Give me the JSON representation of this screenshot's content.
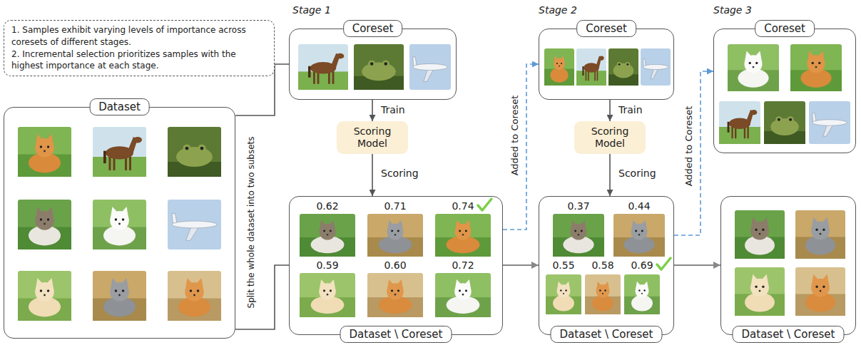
{
  "diagram": {
    "nodes": [
      {
        "text": [
          "1. Samples exhibit varying levels of importance across coresets of different stages.",
          "2. Incremental selection prioritizes samples with the highest importance at each stage."
        ]
      },
      {
        "text": [
          "Dataset"
        ]
      },
      {
        "text": [
          "Coreset"
        ]
      },
      {
        "text": [
          "Scoring Model"
        ]
      },
      {
        "text": [
          "Dataset \\ Coreset"
        ]
      },
      {
        "text": [
          "Coreset"
        ]
      },
      {
        "text": [
          "Scoring Model"
        ]
      },
      {
        "text": [
          "Dataset \\ Coreset"
        ]
      },
      {
        "text": [
          "Coreset"
        ]
      },
      {
        "text": [
          "Dataset \\ Coreset"
        ]
      }
    ],
    "edges": [
      {
        "from": 1,
        "to": 2,
        "arrow": "none"
      },
      {
        "from": 1,
        "to": 4,
        "arrow": "none"
      },
      {
        "from": 2,
        "to": 3,
        "arrow": "to",
        "label": "Train"
      },
      {
        "from": 3,
        "to": 4,
        "arrow": "to",
        "label": "Scoring"
      },
      {
        "from": 4,
        "to": 5,
        "arrow": "to",
        "label": "Added to Coreset"
      },
      {
        "from": 4,
        "to": 7,
        "arrow": "to"
      },
      {
        "from": 5,
        "to": 6,
        "arrow": "to",
        "label": "Train"
      },
      {
        "from": 6,
        "to": 7,
        "arrow": "to",
        "label": "Scoring"
      },
      {
        "from": 7,
        "to": 8,
        "arrow": "to",
        "label": "Added to Coreset"
      },
      {
        "from": 7,
        "to": 9,
        "arrow": "to"
      }
    ],
    "labels": [
      "Stage 1",
      "Stage 2",
      "Stage 3",
      "Split the whole dataset into two subsets",
      "0.62",
      "0.71",
      "0.74",
      "0.59",
      "0.60",
      "0.72",
      "0.37",
      "0.44",
      "0.55",
      "0.58",
      "0.69"
    ]
  }
}
